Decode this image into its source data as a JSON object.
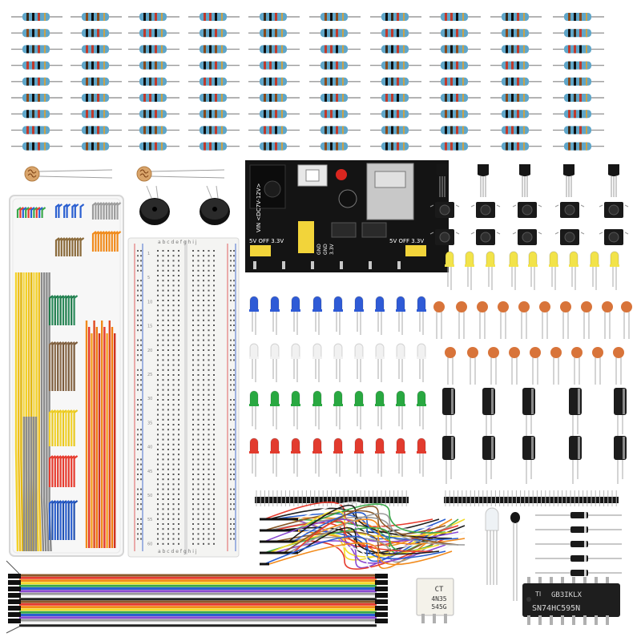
{
  "image": {
    "background_color": "#ffffff"
  },
  "power_module": {
    "vin_label": "VIN <DC7V-12V>",
    "left_rail_label": "5V OFF 3.3V",
    "right_rail_label": "5V OFF 3.3V",
    "pin_labels": [
      "GND",
      "GND",
      "3.3V"
    ],
    "board_color": "#141414",
    "icon": "breadboard-power-supply-module"
  },
  "breadboard": {
    "column_letters_top": "a b c d e   f g h i j",
    "column_letters_bottom": "a b c d e   f g h i j",
    "row_numbers": [
      "1",
      "5",
      "10",
      "15",
      "20",
      "25",
      "30",
      "35",
      "40",
      "45",
      "50",
      "55",
      "60"
    ],
    "icon": "solderless-breadboard"
  },
  "optocoupler_chip": {
    "line1": "CT",
    "line2": "4N35",
    "line3": "545G"
  },
  "shift_register_chip": {
    "line1": "GB3IKLX",
    "line2": "SN74HC595N",
    "logo": "TI"
  },
  "component_groups": {
    "resistors": {
      "rows": 9,
      "columns": 10,
      "icon": "resistor"
    },
    "photoresistors": {
      "count": 2,
      "icon": "photoresistor"
    },
    "buzzers": {
      "count": 2,
      "icon": "buzzer"
    },
    "transistors": {
      "count": 5,
      "icon": "transistor"
    },
    "push_buttons": {
      "count": 10,
      "icon": "tactile-switch"
    },
    "yellow_leds": {
      "count": 9,
      "color": "#f2e34a",
      "icon": "led"
    },
    "blue_leds": {
      "count": 9,
      "color": "#2f5bd6",
      "icon": "led"
    },
    "white_leds": {
      "count": 9,
      "color": "#f1f1f1",
      "icon": "led"
    },
    "green_leds": {
      "count": 9,
      "color": "#29a841",
      "icon": "led"
    },
    "red_leds": {
      "count": 9,
      "color": "#e23b2e",
      "icon": "led"
    },
    "ceramic_capacitors": {
      "count": 19,
      "color": "#d8743a",
      "icon": "ceramic-capacitor"
    },
    "electrolytic_capacitors": {
      "count": 10,
      "color": "#1c1c1c",
      "icon": "electrolytic-capacitor"
    },
    "pin_headers": {
      "count": 2,
      "icon": "pin-header"
    },
    "diodes": {
      "count": 5,
      "icon": "diode"
    },
    "rgb_led": {
      "count": 1,
      "icon": "rgb-led"
    },
    "thermistor": {
      "count": 1,
      "icon": "thermistor"
    },
    "jumper_wire_box": {
      "icon": "jumper-wire-kit"
    },
    "male_jumper_bundle": {
      "icon": "jumper-wires"
    },
    "dupont_ribbon": {
      "icon": "dupont-ribbon-cable",
      "colors": [
        "#8a5a2b",
        "#e63b2e",
        "#f28a1a",
        "#f3dc2a",
        "#3aa84a",
        "#2a5fd0",
        "#8a4ad1",
        "#9a9a9a",
        "#f5f5f5",
        "#222222"
      ]
    }
  }
}
